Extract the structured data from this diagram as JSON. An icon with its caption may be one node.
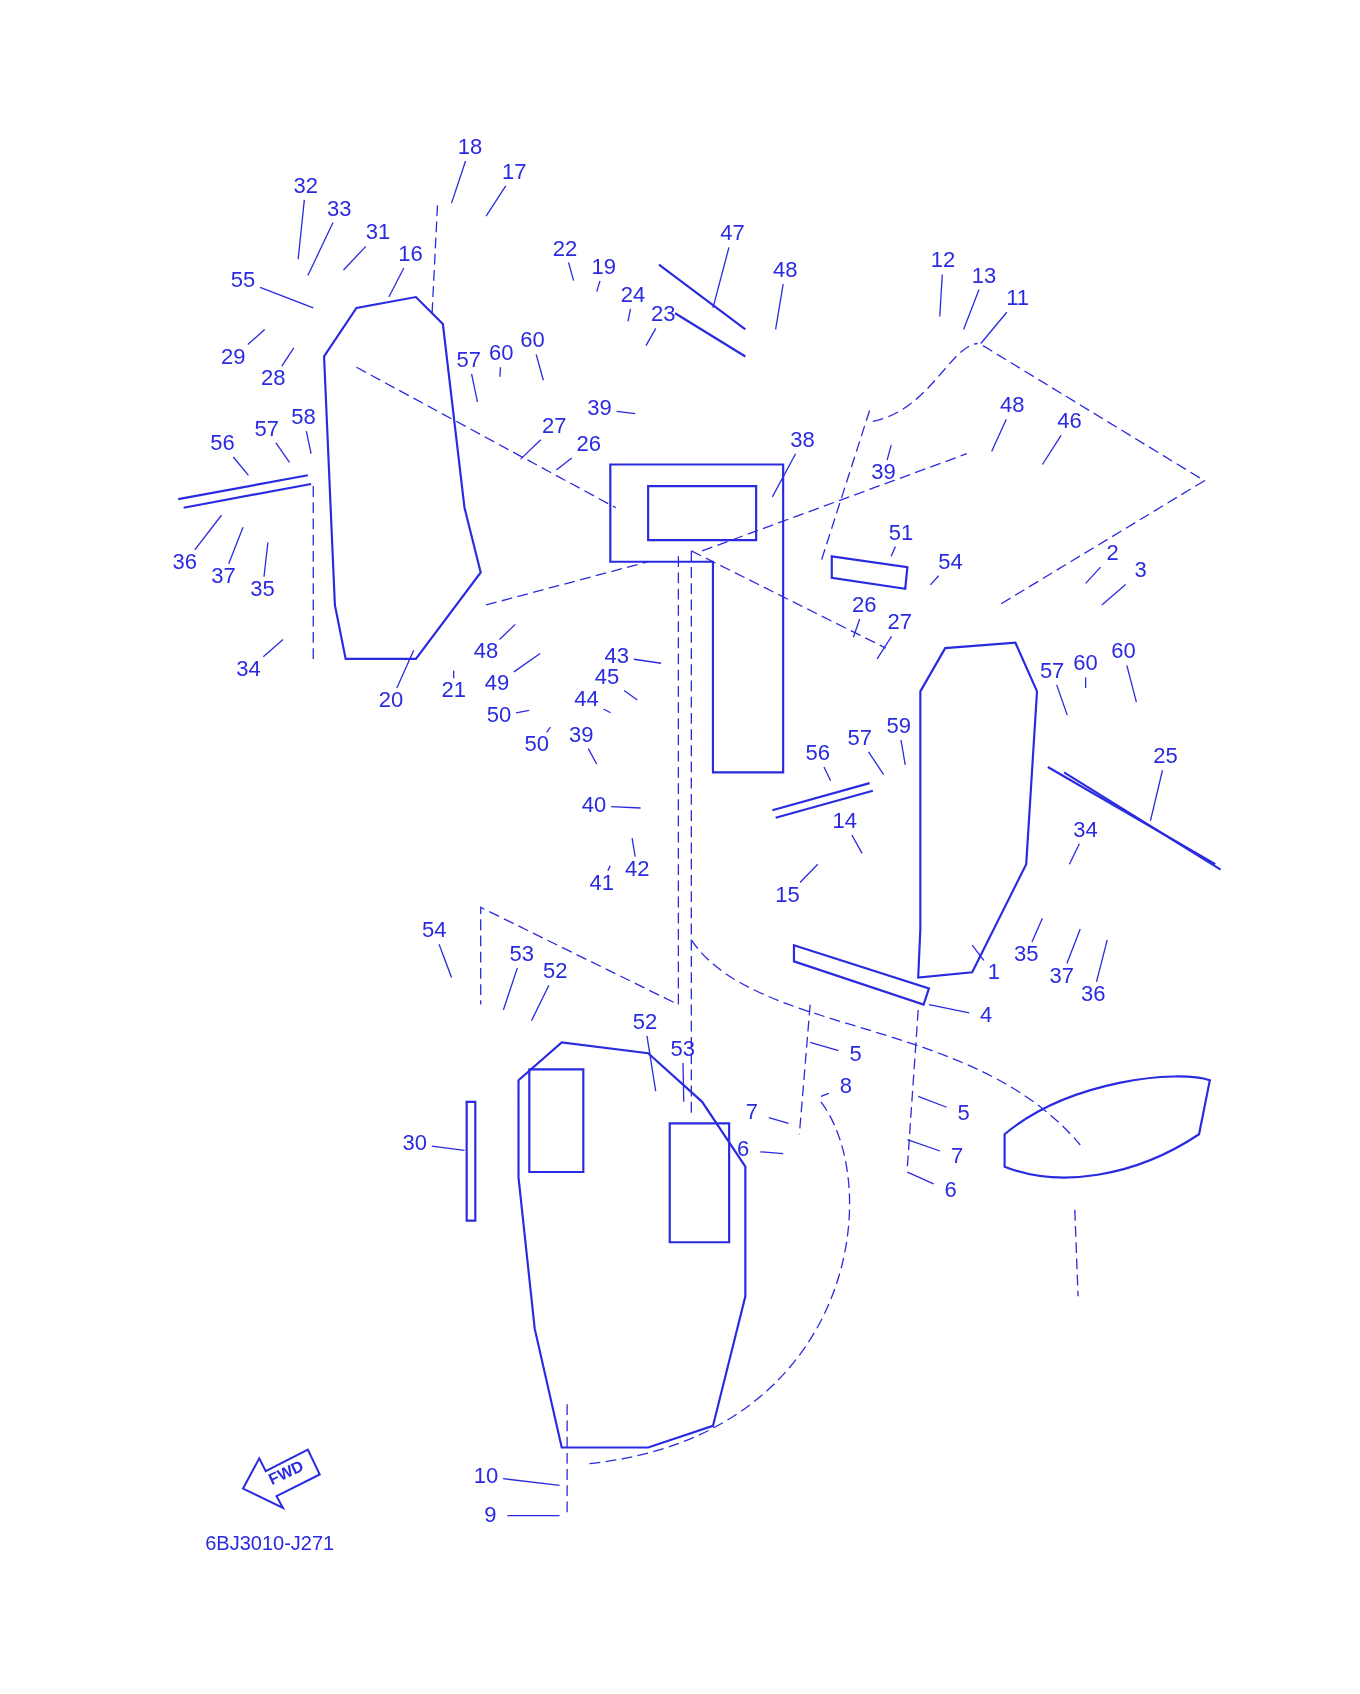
{
  "diagram": {
    "nodes": [
      {
        "text": [
          "18"
        ]
      },
      {
        "text": [
          "17"
        ]
      },
      {
        "text": [
          "32"
        ]
      },
      {
        "text": [
          "33"
        ]
      },
      {
        "text": [
          "31"
        ]
      },
      {
        "text": [
          "16"
        ]
      },
      {
        "text": [
          "55"
        ]
      },
      {
        "text": [
          "22"
        ]
      },
      {
        "text": [
          "19"
        ]
      },
      {
        "text": [
          "47"
        ]
      },
      {
        "text": [
          "48"
        ]
      },
      {
        "text": [
          "24"
        ]
      },
      {
        "text": [
          "23"
        ]
      },
      {
        "text": [
          "12"
        ]
      },
      {
        "text": [
          "13"
        ]
      },
      {
        "text": [
          "11"
        ]
      },
      {
        "text": [
          "29"
        ]
      },
      {
        "text": [
          "28"
        ]
      },
      {
        "text": [
          "57"
        ]
      },
      {
        "text": [
          "60"
        ]
      },
      {
        "text": [
          "60"
        ]
      },
      {
        "text": [
          "39"
        ]
      },
      {
        "text": [
          "48"
        ]
      },
      {
        "text": [
          "46"
        ]
      },
      {
        "text": [
          "56"
        ]
      },
      {
        "text": [
          "57"
        ]
      },
      {
        "text": [
          "58"
        ]
      },
      {
        "text": [
          "27"
        ]
      },
      {
        "text": [
          "26"
        ]
      },
      {
        "text": [
          "38"
        ]
      },
      {
        "text": [
          "39"
        ]
      },
      {
        "text": [
          "36"
        ]
      },
      {
        "text": [
          "37"
        ]
      },
      {
        "text": [
          "35"
        ]
      },
      {
        "text": [
          "51"
        ]
      },
      {
        "text": [
          "54"
        ]
      },
      {
        "text": [
          "2"
        ]
      },
      {
        "text": [
          "3"
        ]
      },
      {
        "text": [
          "26"
        ]
      },
      {
        "text": [
          "27"
        ]
      },
      {
        "text": [
          "34"
        ]
      },
      {
        "text": [
          "48"
        ]
      },
      {
        "text": [
          "20"
        ]
      },
      {
        "text": [
          "21"
        ]
      },
      {
        "text": [
          "49"
        ]
      },
      {
        "text": [
          "43"
        ]
      },
      {
        "text": [
          "45"
        ]
      },
      {
        "text": [
          "44"
        ]
      },
      {
        "text": [
          "50"
        ]
      },
      {
        "text": [
          "50"
        ]
      },
      {
        "text": [
          "57"
        ]
      },
      {
        "text": [
          "60"
        ]
      },
      {
        "text": [
          "60"
        ]
      },
      {
        "text": [
          "39"
        ]
      },
      {
        "text": [
          "57"
        ]
      },
      {
        "text": [
          "59"
        ]
      },
      {
        "text": [
          "56"
        ]
      },
      {
        "text": [
          "25"
        ]
      },
      {
        "text": [
          "40"
        ]
      },
      {
        "text": [
          "14"
        ]
      },
      {
        "text": [
          "34"
        ]
      },
      {
        "text": [
          "42"
        ]
      },
      {
        "text": [
          "41"
        ]
      },
      {
        "text": [
          "15"
        ]
      },
      {
        "text": [
          "54"
        ]
      },
      {
        "text": [
          "53"
        ]
      },
      {
        "text": [
          "52"
        ]
      },
      {
        "text": [
          "35"
        ]
      },
      {
        "text": [
          "1"
        ]
      },
      {
        "text": [
          "37"
        ]
      },
      {
        "text": [
          "36"
        ]
      },
      {
        "text": [
          "4"
        ]
      },
      {
        "text": [
          "52"
        ]
      },
      {
        "text": [
          "53"
        ]
      },
      {
        "text": [
          "5"
        ]
      },
      {
        "text": [
          "8"
        ]
      },
      {
        "text": [
          "7"
        ]
      },
      {
        "text": [
          "5"
        ]
      },
      {
        "text": [
          "30"
        ]
      },
      {
        "text": [
          "6"
        ]
      },
      {
        "text": [
          "7"
        ]
      },
      {
        "text": [
          "6"
        ]
      },
      {
        "text": [
          "10"
        ]
      },
      {
        "text": [
          "9"
        ]
      }
    ],
    "edges": [
      {
        "from": 0,
        "to": null,
        "arrow": "none"
      },
      {
        "from": 1,
        "to": null,
        "arrow": "none"
      },
      {
        "from": 2,
        "to": null,
        "arrow": "none"
      },
      {
        "from": 3,
        "to": null,
        "arrow": "none"
      },
      {
        "from": 4,
        "to": null,
        "arrow": "none"
      },
      {
        "from": 5,
        "to": null,
        "arrow": "none"
      },
      {
        "from": 6,
        "to": null,
        "arrow": "none"
      },
      {
        "from": 7,
        "to": null,
        "arrow": "none"
      },
      {
        "from": 8,
        "to": null,
        "arrow": "none"
      },
      {
        "from": 9,
        "to": null,
        "arrow": "none"
      },
      {
        "from": 10,
        "to": null,
        "arrow": "none"
      },
      {
        "from": 11,
        "to": null,
        "arrow": "none"
      },
      {
        "from": 12,
        "to": null,
        "arrow": "none"
      },
      {
        "from": 13,
        "to": null,
        "arrow": "none"
      },
      {
        "from": 14,
        "to": null,
        "arrow": "none"
      },
      {
        "from": 15,
        "to": null,
        "arrow": "none"
      },
      {
        "from": 16,
        "to": null,
        "arrow": "none"
      },
      {
        "from": 17,
        "to": null,
        "arrow": "none"
      },
      {
        "from": 18,
        "to": null,
        "arrow": "none"
      },
      {
        "from": 19,
        "to": null,
        "arrow": "none"
      },
      {
        "from": 20,
        "to": null,
        "arrow": "none"
      },
      {
        "from": 21,
        "to": null,
        "arrow": "none"
      },
      {
        "from": 22,
        "to": null,
        "arrow": "none"
      },
      {
        "from": 23,
        "to": null,
        "arrow": "none"
      },
      {
        "from": 24,
        "to": null,
        "arrow": "none"
      },
      {
        "from": 25,
        "to": null,
        "arrow": "none"
      },
      {
        "from": 26,
        "to": null,
        "arrow": "none"
      },
      {
        "from": 27,
        "to": null,
        "arrow": "none"
      },
      {
        "from": 28,
        "to": null,
        "arrow": "none"
      },
      {
        "from": 29,
        "to": null,
        "arrow": "none"
      },
      {
        "from": 30,
        "to": null,
        "arrow": "none"
      },
      {
        "from": 31,
        "to": null,
        "arrow": "none"
      },
      {
        "from": 32,
        "to": null,
        "arrow": "none"
      },
      {
        "from": 33,
        "to": null,
        "arrow": "none"
      },
      {
        "from": 34,
        "to": null,
        "arrow": "none"
      },
      {
        "from": 35,
        "to": null,
        "arrow": "none"
      },
      {
        "from": 36,
        "to": null,
        "arrow": "none"
      },
      {
        "from": 37,
        "to": null,
        "arrow": "none"
      },
      {
        "from": 38,
        "to": null,
        "arrow": "none"
      },
      {
        "from": 39,
        "to": null,
        "arrow": "none"
      },
      {
        "from": 40,
        "to": null,
        "arrow": "none"
      },
      {
        "from": 41,
        "to": null,
        "arrow": "none"
      },
      {
        "from": 42,
        "to": null,
        "arrow": "none"
      },
      {
        "from": 43,
        "to": null,
        "arrow": "none"
      },
      {
        "from": 44,
        "to": null,
        "arrow": "none"
      },
      {
        "from": 45,
        "to": null,
        "arrow": "none"
      },
      {
        "from": 46,
        "to": null,
        "arrow": "none"
      },
      {
        "from": 47,
        "to": null,
        "arrow": "none"
      },
      {
        "from": 48,
        "to": null,
        "arrow": "none"
      },
      {
        "from": 49,
        "to": null,
        "arrow": "none"
      },
      {
        "from": 50,
        "to": null,
        "arrow": "none"
      },
      {
        "from": 51,
        "to": null,
        "arrow": "none"
      },
      {
        "from": 52,
        "to": null,
        "arrow": "none"
      },
      {
        "from": 53,
        "to": null,
        "arrow": "none"
      },
      {
        "from": 54,
        "to": null,
        "arrow": "none"
      },
      {
        "from": 55,
        "to": null,
        "arrow": "none"
      },
      {
        "from": 56,
        "to": null,
        "arrow": "none"
      },
      {
        "from": 57,
        "to": null,
        "arrow": "none"
      },
      {
        "from": 58,
        "to": null,
        "arrow": "none"
      },
      {
        "from": 59,
        "to": null,
        "arrow": "none"
      },
      {
        "from": 60,
        "to": null,
        "arrow": "none"
      },
      {
        "from": 61,
        "to": null,
        "arrow": "none"
      },
      {
        "from": 62,
        "to": null,
        "arrow": "none"
      },
      {
        "from": 63,
        "to": null,
        "arrow": "none"
      },
      {
        "from": 64,
        "to": null,
        "arrow": "none"
      },
      {
        "from": 65,
        "to": null,
        "arrow": "none"
      },
      {
        "from": 66,
        "to": null,
        "arrow": "none"
      },
      {
        "from": 67,
        "to": null,
        "arrow": "none"
      },
      {
        "from": 68,
        "to": null,
        "arrow": "none"
      },
      {
        "from": 69,
        "to": null,
        "arrow": "none"
      },
      {
        "from": 70,
        "to": null,
        "arrow": "none"
      },
      {
        "from": 71,
        "to": null,
        "arrow": "none"
      },
      {
        "from": 72,
        "to": null,
        "arrow": "none"
      },
      {
        "from": 73,
        "to": null,
        "arrow": "none"
      },
      {
        "from": 74,
        "to": null,
        "arrow": "none"
      },
      {
        "from": 75,
        "to": null,
        "arrow": "none"
      },
      {
        "from": 76,
        "to": null,
        "arrow": "none"
      },
      {
        "from": 77,
        "to": null,
        "arrow": "none"
      },
      {
        "from": 78,
        "to": null,
        "arrow": "none"
      },
      {
        "from": 79,
        "to": null,
        "arrow": "none"
      },
      {
        "from": 80,
        "to": null,
        "arrow": "none"
      },
      {
        "from": 81,
        "to": null,
        "arrow": "none"
      },
      {
        "from": 82,
        "to": null,
        "arrow": "none"
      },
      {
        "from": 83,
        "to": null,
        "arrow": "none"
      }
    ],
    "labels": [
      "FWD",
      "6BJ3010-J271"
    ]
  }
}
